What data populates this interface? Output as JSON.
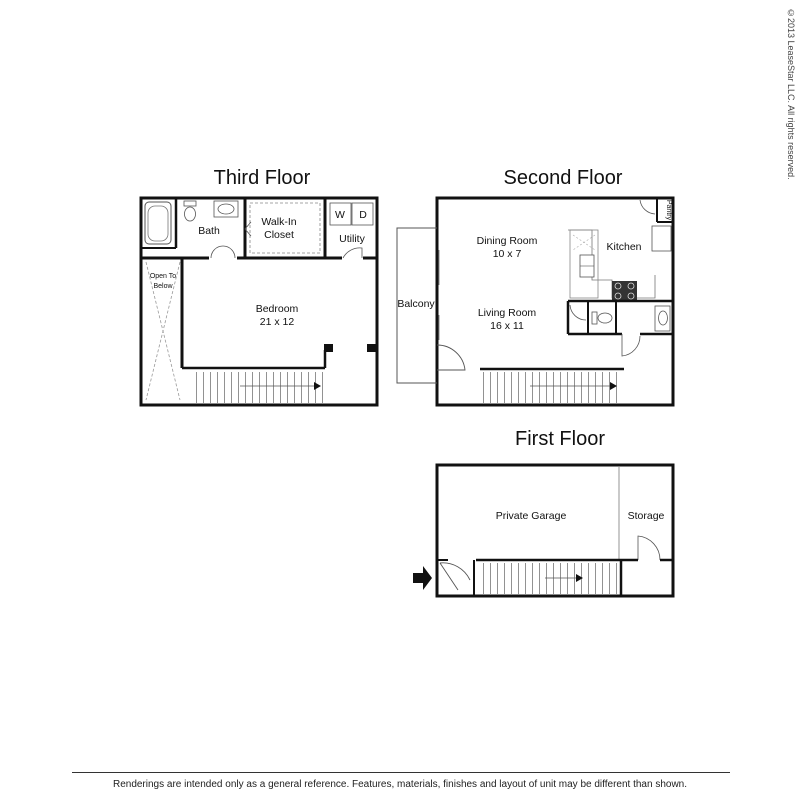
{
  "copyright": "©2013 LeaseStar LLC. All rights reserved.",
  "disclaimer": "Renderings are intended only as a general reference. Features, materials, finishes and layout of unit may be different than shown.",
  "third_floor": {
    "title": "Third Floor",
    "bath": "Bath",
    "closet_line1": "Walk-In",
    "closet_line2": "Closet",
    "utility": "Utility",
    "washer": "W",
    "dryer": "D",
    "open_line1": "Open To",
    "open_line2": "Below",
    "bedroom": "Bedroom",
    "bedroom_size": "21 x 12"
  },
  "second_floor": {
    "title": "Second Floor",
    "dining": "Dining Room",
    "dining_size": "10 x 7",
    "kitchen": "Kitchen",
    "pantry": "Pantry",
    "balcony": "Balcony",
    "living": "Living Room",
    "living_size": "16 x 11"
  },
  "first_floor": {
    "title": "First Floor",
    "garage": "Private Garage",
    "storage": "Storage"
  }
}
